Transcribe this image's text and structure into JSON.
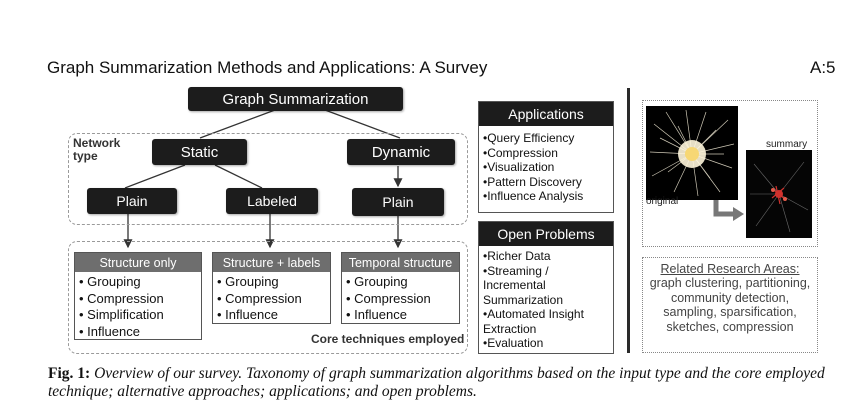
{
  "header": {
    "title": "Graph Summarization Methods and Applications: A Survey",
    "page_ref": "A:5"
  },
  "taxonomy": {
    "root": "Graph Summarization",
    "network_type_label": "Network type",
    "static": "Static",
    "dynamic": "Dynamic",
    "plain_left": "Plain",
    "labeled": "Labeled",
    "plain_right": "Plain",
    "core_label": "Core techniques employed",
    "groups": [
      {
        "title": "Structure only",
        "items": [
          "Grouping",
          "Compression",
          "Simplification",
          "Influence"
        ]
      },
      {
        "title": "Structure + labels",
        "items": [
          "Grouping",
          "Compression",
          "Influence"
        ]
      },
      {
        "title": "Temporal structure",
        "items": [
          "Grouping",
          "Compression",
          "Influence"
        ]
      }
    ]
  },
  "applications": {
    "title": "Applications",
    "items": [
      "Query Efficiency",
      "Compression",
      "Visualization",
      "Pattern Discovery",
      "Influence Analysis"
    ]
  },
  "open_problems": {
    "title": "Open Problems",
    "items": [
      "Richer Data",
      "Streaming / Incremental Summarization",
      "Automated Insight Extraction",
      "Evaluation"
    ]
  },
  "example": {
    "original_label": "original",
    "summary_label": "summary"
  },
  "related": {
    "title": "Related Research Areas:",
    "body": "graph clustering, partitioning, community detection, sampling, sparsification, sketches, compression"
  },
  "caption": {
    "label": "Fig. 1:",
    "text": "Overview of our survey. Taxonomy of graph summarization algorithms based on the input type and the core employed technique; alternative approaches; applications; and open problems."
  },
  "colors": {
    "dark_box": "#1c1c1c",
    "group_header": "#6e6e6e",
    "dashed_border": "#9a9a9a",
    "summary_highlight": "#d0312d"
  }
}
